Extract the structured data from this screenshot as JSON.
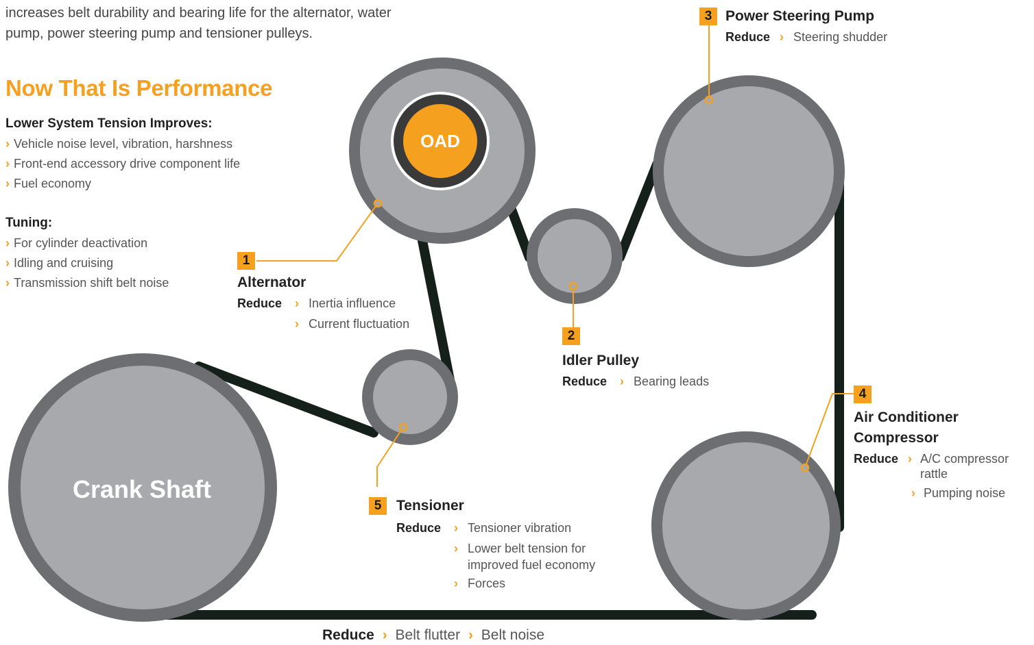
{
  "intro": {
    "line1": "increases belt durability and bearing life for the alternator, water",
    "line2": "pump, power steering pump and tensioner pulleys."
  },
  "performance": {
    "heading": "Now That Is Performance",
    "tension_heading": "Lower System Tension Improves:",
    "tension_items": [
      "Vehicle noise level, vibration, harshness",
      "Front-end accessory drive component life",
      "Fuel economy"
    ],
    "tuning_heading": "Tuning:",
    "tuning_items": [
      "For cylinder deactivation",
      "Idling and cruising",
      "Transmission shift belt noise"
    ]
  },
  "reduce_label": "Reduce",
  "components": {
    "alternator": {
      "num": "1",
      "name": "Alternator",
      "items": [
        "Inertia influence",
        "Current fluctuation"
      ]
    },
    "idler": {
      "num": "2",
      "name": "Idler Pulley",
      "items": [
        "Bearing leads"
      ]
    },
    "power_steering": {
      "num": "3",
      "name": "Power Steering Pump",
      "items": [
        "Steering shudder"
      ]
    },
    "ac": {
      "num": "4",
      "name_line1": "Air Conditioner",
      "name_line2": "Compressor",
      "item1_line1": "A/C compressor",
      "item1_line2": "rattle",
      "item2": "Pumping noise"
    },
    "tensioner": {
      "num": "5",
      "name": "Tensioner",
      "item1": "Tensioner vibration",
      "item2_line1": "Lower belt tension for",
      "item2_line2": "improved fuel economy",
      "item3": "Forces"
    }
  },
  "pulleys": {
    "oad": "OAD",
    "crank": "Crank Shaft"
  },
  "bottom": {
    "reduce": "Reduce",
    "item1": "Belt flutter",
    "item2": "Belt noise"
  },
  "colors": {
    "accent": "#f5a01e",
    "belt": "#15201a",
    "pulley_rim": "#6d6e71",
    "pulley_face": "#a7a9ac"
  },
  "icons": {
    "bullet": "chevron-right-icon"
  }
}
